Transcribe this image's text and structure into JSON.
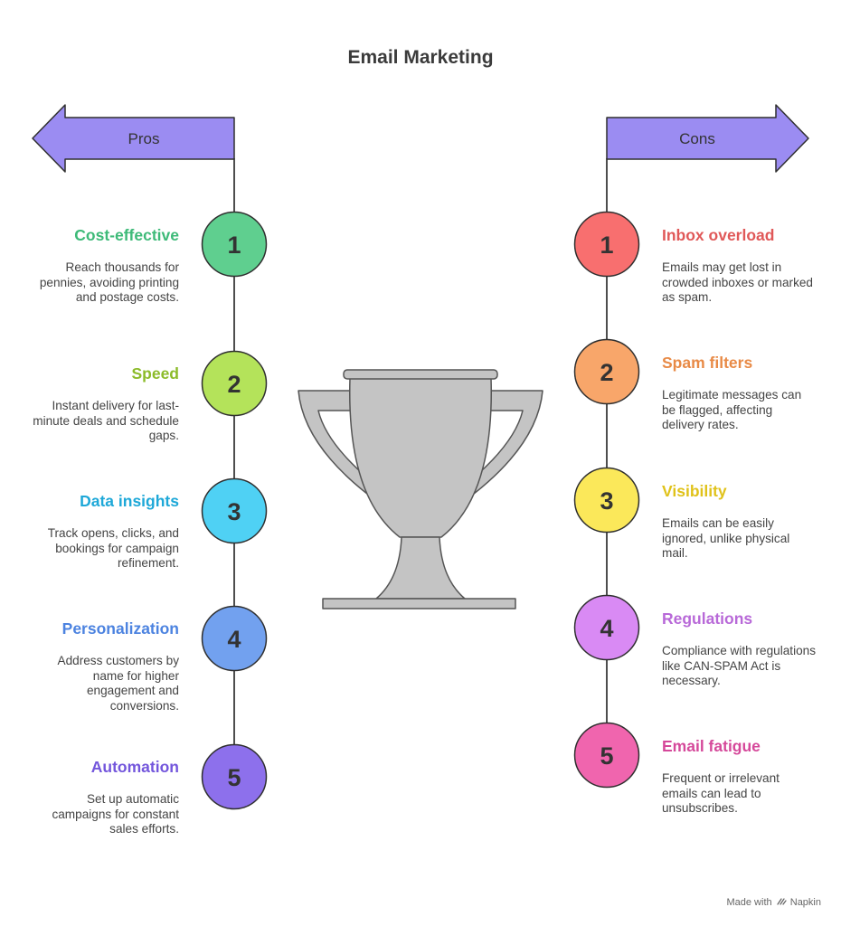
{
  "title": "Email Marketing",
  "pros": {
    "label": "Pros",
    "items": [
      {
        "number": "1",
        "title": "Cost-effective",
        "description": "Reach thousands for pennies, avoiding printing and postage costs.",
        "color": "#5fcf8f",
        "title_color": "#3dba78"
      },
      {
        "number": "2",
        "title": "Speed",
        "description": "Instant delivery for last-minute deals and schedule gaps.",
        "color": "#b4e35a",
        "title_color": "#8cbb2a"
      },
      {
        "number": "3",
        "title": "Data insights",
        "description": "Track opens, clicks, and bookings for campaign refinement.",
        "color": "#4fd1f4",
        "title_color": "#1ea8d8"
      },
      {
        "number": "4",
        "title": "Personalization",
        "description": "Address customers by name for higher engagement and conversions.",
        "color": "#72a1ef",
        "title_color": "#4c83e0"
      },
      {
        "number": "5",
        "title": "Automation",
        "description": "Set up automatic campaigns for constant sales efforts.",
        "color": "#8d70ec",
        "title_color": "#7356dc"
      }
    ]
  },
  "cons": {
    "label": "Cons",
    "items": [
      {
        "number": "1",
        "title": "Inbox overload",
        "description": "Emails may get lost in crowded inboxes or marked as spam.",
        "color": "#f86f6f",
        "title_color": "#e05858"
      },
      {
        "number": "2",
        "title": "Spam filters",
        "description": "Legitimate messages can be flagged, affecting delivery rates.",
        "color": "#f8a66a",
        "title_color": "#e88a46"
      },
      {
        "number": "3",
        "title": "Visibility",
        "description": "Emails can be easily ignored, unlike physical mail.",
        "color": "#fbe85a",
        "title_color": "#e0c21a"
      },
      {
        "number": "4",
        "title": "Regulations",
        "description": "Compliance with regulations like CAN-SPAM Act is necessary.",
        "color": "#d98af4",
        "title_color": "#b869d8"
      },
      {
        "number": "5",
        "title": "Email fatigue",
        "description": "Frequent or irrelevant emails can lead to unsubscribes.",
        "color": "#f065ae",
        "title_color": "#d5489a"
      }
    ]
  },
  "colors": {
    "arrow_fill": "#9b8cf2",
    "arrow_stroke": "#2f2f2f",
    "trophy_fill": "#c4c4c4",
    "trophy_stroke": "#555555"
  },
  "footer": {
    "made_with": "Made with",
    "brand": "Napkin",
    "brand_icon": "napkin-logo-icon"
  }
}
